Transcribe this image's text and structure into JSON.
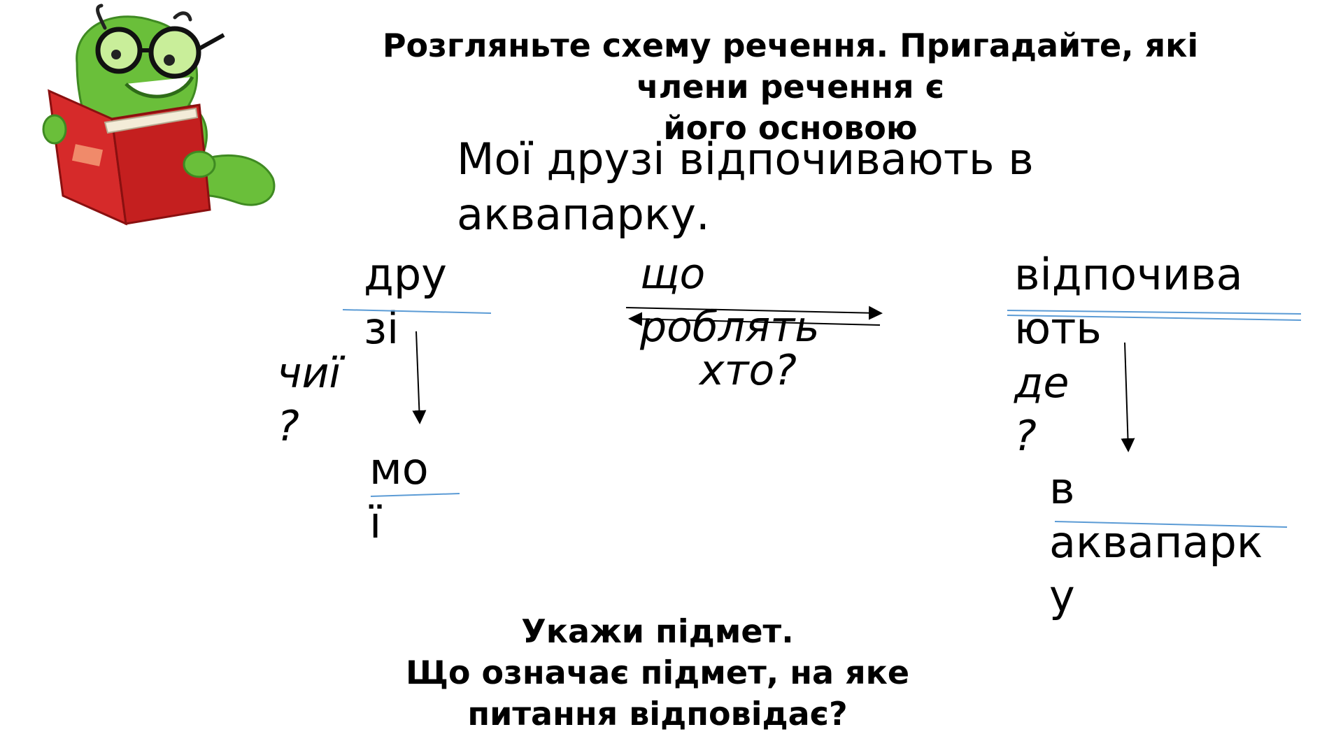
{
  "title": {
    "line1": "Розгляньте схему речення. Пригадайте, які",
    "line2": "члени речення є",
    "line3": "його основою"
  },
  "sentence": {
    "line1": "Мої друзі відпочивають в",
    "line2": "аквапарку."
  },
  "scheme": {
    "subject": {
      "line1": "дру",
      "line2": "зі"
    },
    "predicate": {
      "line1": "відпочива",
      "line2": "ють"
    },
    "q_predicate": {
      "line1": "що",
      "line2": "роблять"
    },
    "q_subject": "хто?",
    "q_attribute": {
      "line1": "чиї",
      "line2": "?"
    },
    "attribute": {
      "line1": "мо",
      "line2": "ї"
    },
    "q_place": {
      "line1": "де",
      "line2": "?"
    },
    "place": {
      "line1": "в",
      "line2": "аквапарк",
      "line3": "у"
    }
  },
  "bottom": {
    "line1": "Укажи підмет.",
    "line2": "Що означає підмет, на яке",
    "line3": "питання відповідає?"
  },
  "colors": {
    "underline": "#5b9bd5",
    "text": "#000000",
    "worm_green": "#6abf3a",
    "book_red": "#d62a2a"
  }
}
